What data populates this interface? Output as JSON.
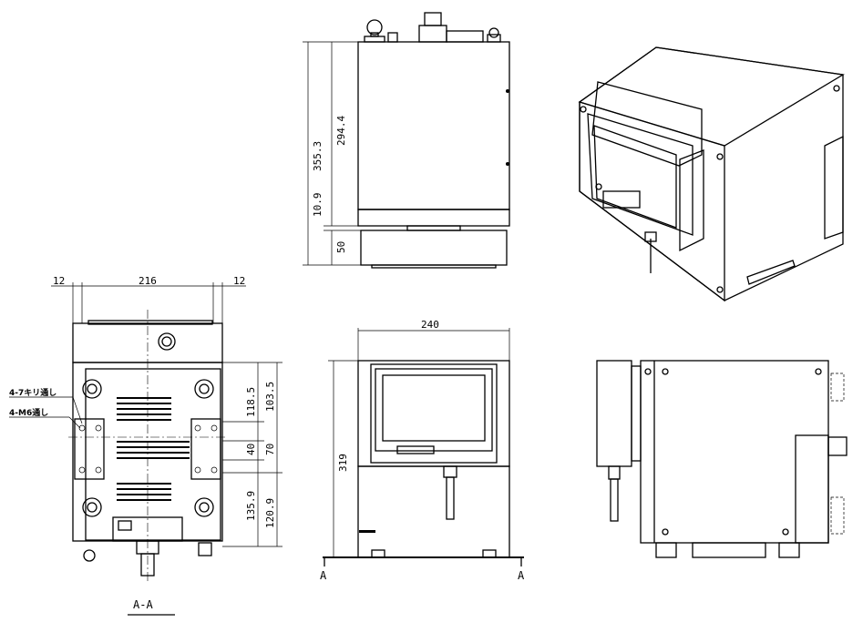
{
  "top_view": {
    "dim_overall": "355.3",
    "dim_body": "294.4",
    "dim_gap": "10.9",
    "dim_base": "50"
  },
  "bottom_view": {
    "dim_left_margin": "12",
    "dim_width": "216",
    "dim_right_margin": "12",
    "callout_holes": "4-7キリ通し",
    "callout_taps": "4-M6通し",
    "dim_118_5": "118.5",
    "dim_103_5": "103.5",
    "dim_40": "40",
    "dim_70": "70",
    "dim_135_9": "135.9",
    "dim_120_9": "120.9",
    "section_label": "A-A"
  },
  "front_view": {
    "dim_width": "240",
    "dim_height": "319",
    "section_marker_left": "A",
    "section_marker_right": "A"
  }
}
